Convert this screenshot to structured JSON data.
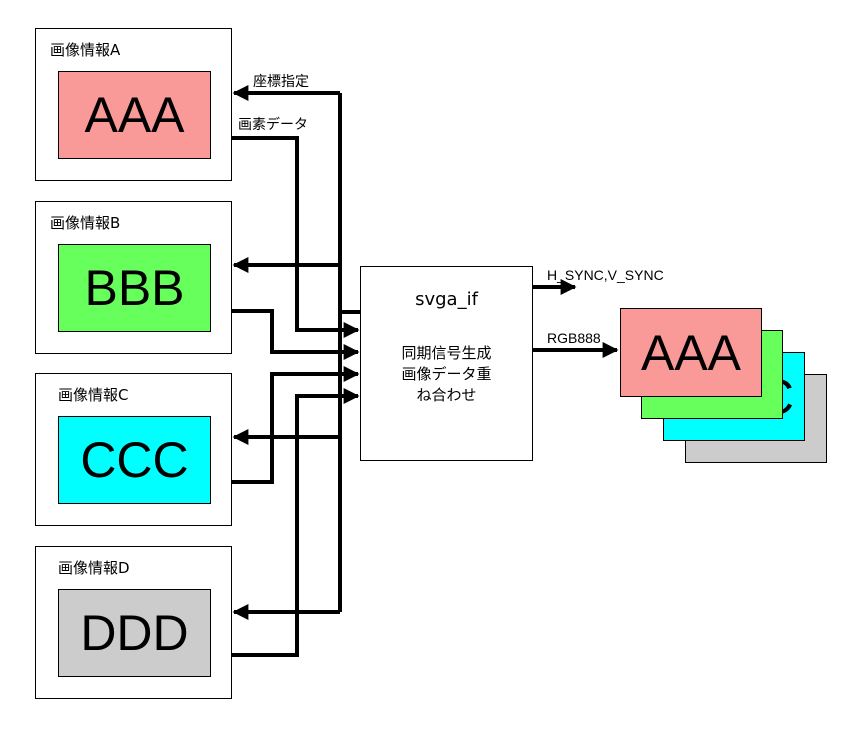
{
  "panels": [
    {
      "title": "画像情報A",
      "text": "AAA",
      "color": "#f99a98"
    },
    {
      "title": "画像情報B",
      "text": "BBB",
      "color": "#66ff5c"
    },
    {
      "title": "画像情報C",
      "text": "CCC",
      "color": "#00ffff"
    },
    {
      "title": "画像情報D",
      "text": "DDD",
      "color": "#cccccc"
    }
  ],
  "signals": {
    "coord": "座標指定",
    "pixel": "画素データ",
    "sync": "H_SYNC,V_SYNC",
    "rgb": "RGB888"
  },
  "module": {
    "name": "svga_if",
    "desc": [
      "同期信号生成",
      "画像データ重",
      "ね合わせ"
    ]
  },
  "output_stack": [
    {
      "text": "",
      "color": "#cccccc"
    },
    {
      "text": "C",
      "color": "#00ffff"
    },
    {
      "text": "",
      "color": "#66ff5c"
    },
    {
      "text": "AAA",
      "color": "#f99a98"
    }
  ]
}
